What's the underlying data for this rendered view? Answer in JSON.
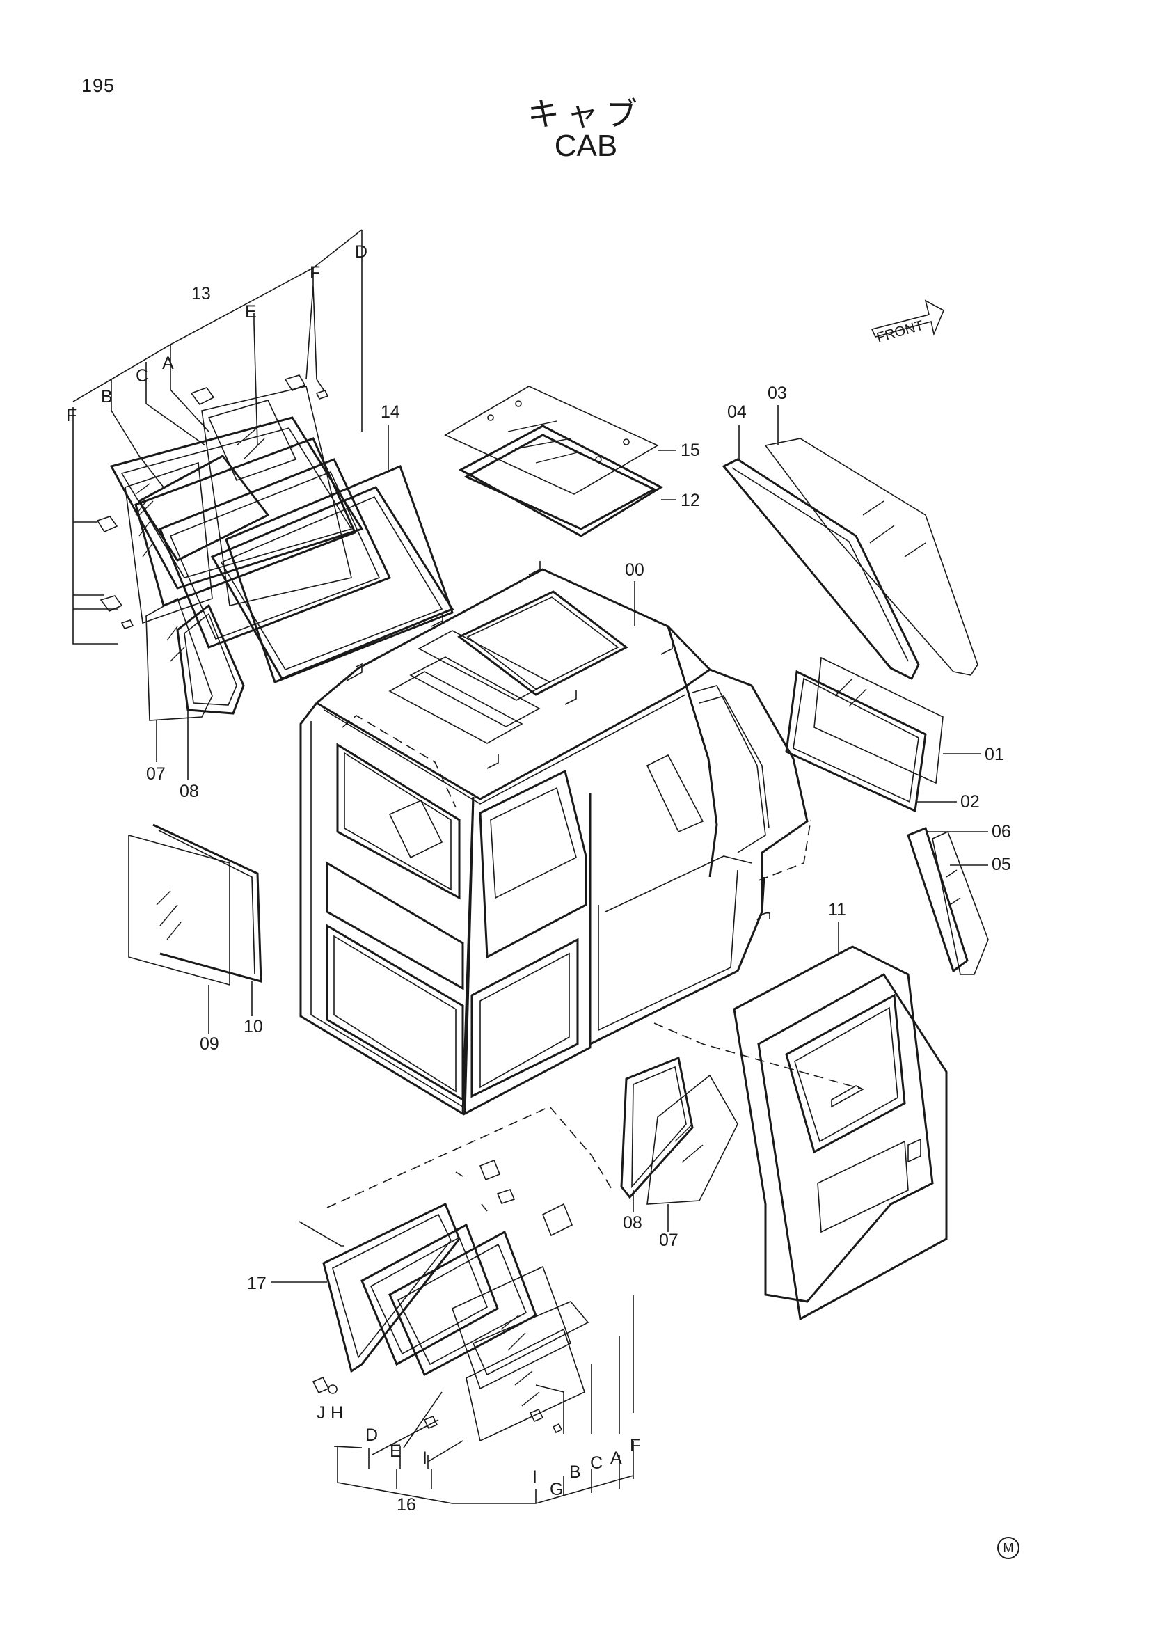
{
  "page": {
    "number": "195",
    "title_ja": "キャブ",
    "title_en": "CAB",
    "direction_label": "FRONT",
    "mark": "M"
  },
  "callouts": {
    "c00": "00",
    "c01": "01",
    "c02": "02",
    "c03": "03",
    "c04": "04",
    "c05": "05",
    "c06": "06",
    "c07a": "07",
    "c08a": "08",
    "c07b": "07",
    "c08b": "08",
    "c09": "09",
    "c10": "10",
    "c11": "11",
    "c12": "12",
    "c13": "13",
    "c14": "14",
    "c15": "15",
    "c16": "16",
    "c17": "17"
  },
  "letters_upper": {
    "A": "A",
    "B": "B",
    "C": "C",
    "D": "D",
    "E": "E",
    "F1": "F",
    "F2": "F"
  },
  "letters_lower": {
    "A": "A",
    "B": "B",
    "C": "C",
    "D": "D",
    "E": "E",
    "F": "F",
    "G": "G",
    "H": "H",
    "I1": "I",
    "I2": "I",
    "J": "J"
  }
}
